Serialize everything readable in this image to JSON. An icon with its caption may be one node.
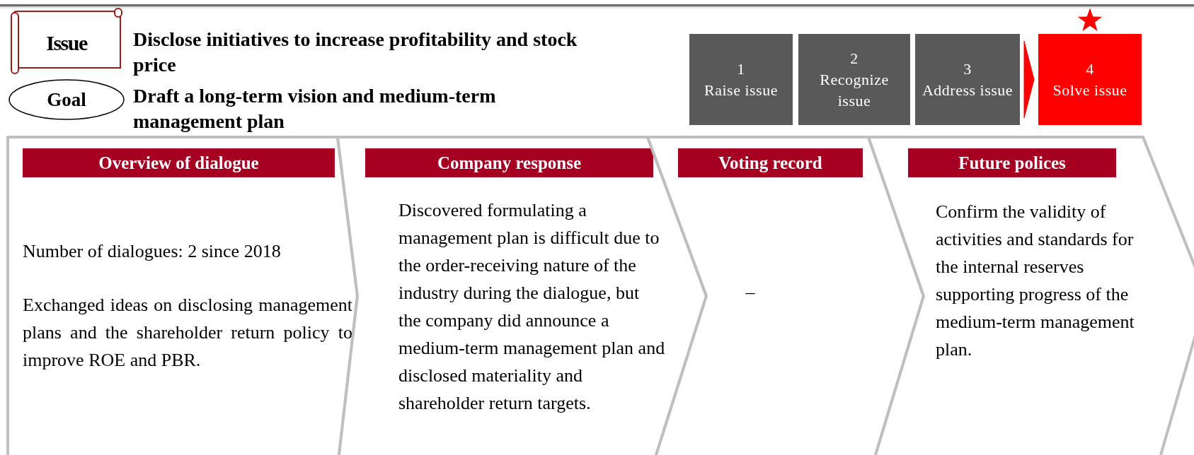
{
  "diagram": {
    "nodes": [
      {
        "text": [
          "Issue"
        ],
        "beside": [
          "Disclose initiatives to increase profitability and stock price"
        ]
      },
      {
        "text": [
          "Goal"
        ],
        "beside": [
          "Draft a long-term vision and medium-term management plan"
        ]
      },
      {
        "text": [
          "1",
          "Raise issue"
        ]
      },
      {
        "text": [
          "2",
          "Recognize issue"
        ]
      },
      {
        "text": [
          "3",
          "Address issue"
        ]
      },
      {
        "text": [
          "4",
          "Solve issue"
        ]
      },
      {
        "text": [
          "Overview of dialogue",
          "Number of dialogues: 2 since 2018",
          "Exchanged ideas on disclosing management plans and the shareholder return policy to improve ROE and PBR."
        ]
      },
      {
        "text": [
          "Company response",
          "Discovered formulating a management plan is difficult due to the order-receiving nature of the industry during the dialogue, but the company did announce a medium-term management plan and disclosed materiality and shareholder return targets."
        ]
      },
      {
        "text": [
          "Voting record",
          "–"
        ]
      },
      {
        "text": [
          "Future polices",
          "Confirm the validity of activities and standards for the internal reserves supporting progress of the medium-term management plan."
        ]
      }
    ],
    "edges": [
      {
        "from": 4,
        "to": 5,
        "arrow": "to",
        "color": "#ff0000"
      }
    ]
  }
}
